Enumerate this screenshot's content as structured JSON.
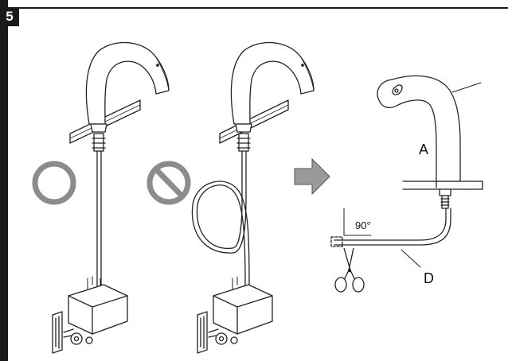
{
  "step_number": "5",
  "labels": {
    "spout": "A",
    "tube": "D",
    "angle": "90°"
  },
  "colors": {
    "frame": "#1a1a1a",
    "symbol_gray": "#8c8c8c",
    "arrow_fill": "#9a9a9a",
    "line": "#222222"
  },
  "icons": [
    "correct-circle-icon",
    "prohibited-icon",
    "right-arrow-icon",
    "scissors-icon"
  ]
}
